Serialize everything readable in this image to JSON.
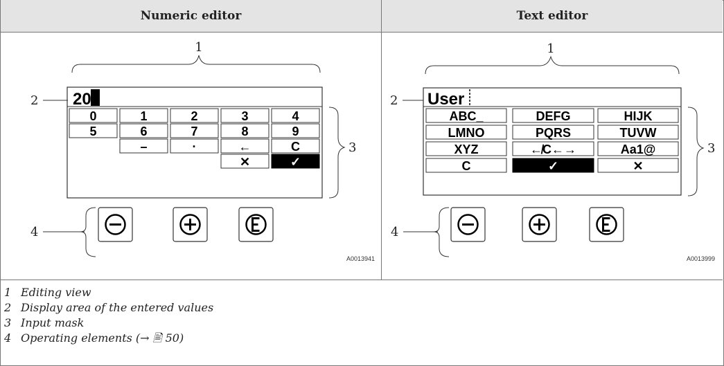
{
  "headers": {
    "numeric": "Numeric editor",
    "text": "Text editor"
  },
  "numeric": {
    "display_value": "20",
    "keys_row1": [
      "0",
      "1",
      "2",
      "3",
      "4"
    ],
    "keys_row2": [
      "5",
      "6",
      "7",
      "8",
      "9"
    ],
    "keys_row3": [
      "",
      "–",
      "·",
      "←",
      "C"
    ],
    "keys_row4": [
      "",
      "",
      "",
      "✕",
      "✓"
    ],
    "code": "A0013941"
  },
  "text": {
    "display_value": "User",
    "keys_row1": [
      "ABC_",
      "DEFG",
      "HIJK"
    ],
    "keys_row2": [
      "LMNO",
      "PQRS",
      "TUVW"
    ],
    "keys_row3": [
      "XYZ",
      "↚C←→",
      "Aa1@"
    ],
    "keys_row4": [
      "C",
      "✓",
      "✕"
    ],
    "code": "A0013999"
  },
  "callouts": [
    "1",
    "2",
    "3",
    "4"
  ],
  "operating_keys": [
    "minus-icon",
    "plus-icon",
    "enter-e-icon"
  ],
  "legend": [
    {
      "num": "1",
      "text": "Editing view"
    },
    {
      "num": "2",
      "text": "Display area of the entered values"
    },
    {
      "num": "3",
      "text": "Input mask"
    },
    {
      "num": "4",
      "text": "Operating elements (→ 🖹 50)"
    }
  ]
}
